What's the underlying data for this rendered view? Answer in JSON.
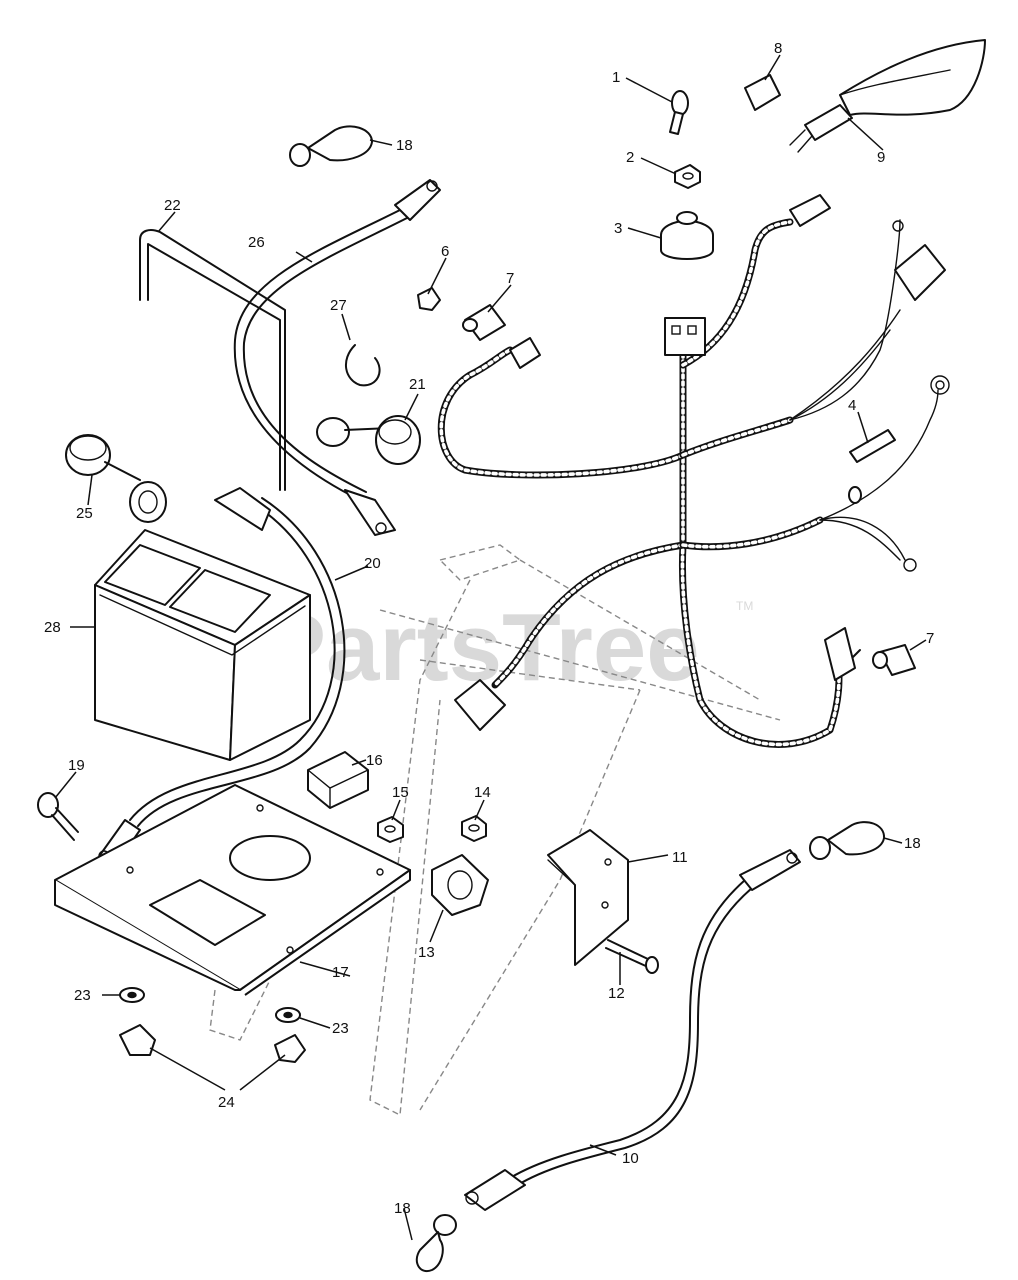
{
  "watermark": {
    "text": "PartsTree",
    "trademark": "TM"
  },
  "callouts": [
    {
      "id": "c1",
      "label": "1"
    },
    {
      "id": "c2",
      "label": "2"
    },
    {
      "id": "c3",
      "label": "3"
    },
    {
      "id": "c4",
      "label": "4"
    },
    {
      "id": "c6",
      "label": "6"
    },
    {
      "id": "c7a",
      "label": "7"
    },
    {
      "id": "c7b",
      "label": "7"
    },
    {
      "id": "c8",
      "label": "8"
    },
    {
      "id": "c9",
      "label": "9"
    },
    {
      "id": "c10",
      "label": "10"
    },
    {
      "id": "c11",
      "label": "11"
    },
    {
      "id": "c12",
      "label": "12"
    },
    {
      "id": "c13",
      "label": "13"
    },
    {
      "id": "c14",
      "label": "14"
    },
    {
      "id": "c15",
      "label": "15"
    },
    {
      "id": "c16",
      "label": "16"
    },
    {
      "id": "c17",
      "label": "17"
    },
    {
      "id": "c18a",
      "label": "18"
    },
    {
      "id": "c18b",
      "label": "18"
    },
    {
      "id": "c18c",
      "label": "18"
    },
    {
      "id": "c19",
      "label": "19"
    },
    {
      "id": "c20",
      "label": "20"
    },
    {
      "id": "c21",
      "label": "21"
    },
    {
      "id": "c22",
      "label": "22"
    },
    {
      "id": "c23a",
      "label": "23"
    },
    {
      "id": "c23b",
      "label": "23"
    },
    {
      "id": "c24",
      "label": "24"
    },
    {
      "id": "c25",
      "label": "25"
    },
    {
      "id": "c26",
      "label": "26"
    },
    {
      "id": "c27",
      "label": "27"
    },
    {
      "id": "c28",
      "label": "28"
    }
  ]
}
